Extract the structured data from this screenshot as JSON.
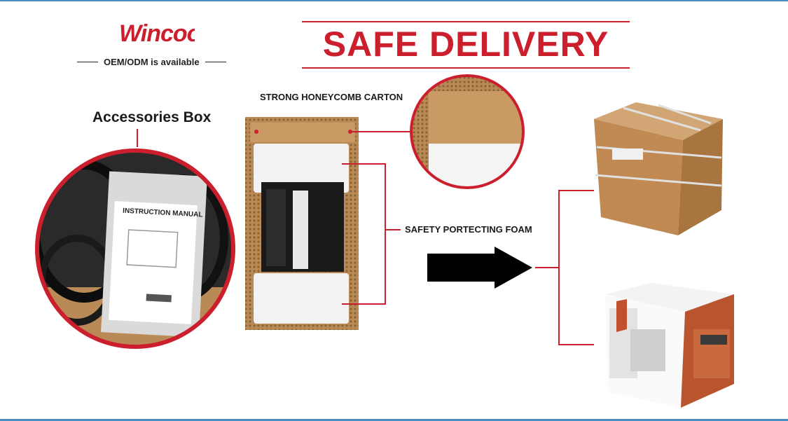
{
  "brand": {
    "logo_text": "Wincoo",
    "tagline": "OEM/ODM is available"
  },
  "header": {
    "title": "SAFE DELIVERY"
  },
  "labels": {
    "accessories": "Accessories Box",
    "carton": "STRONG HONEYCOMB CARTON",
    "foam": "SAFETY PORTECTING FOAM"
  },
  "manual": {
    "title": "INSTRUCTION MANUAL"
  },
  "colors": {
    "accent": "#cc1f2e",
    "cardboard": "#c99a63",
    "rule": "#4a90c2"
  }
}
